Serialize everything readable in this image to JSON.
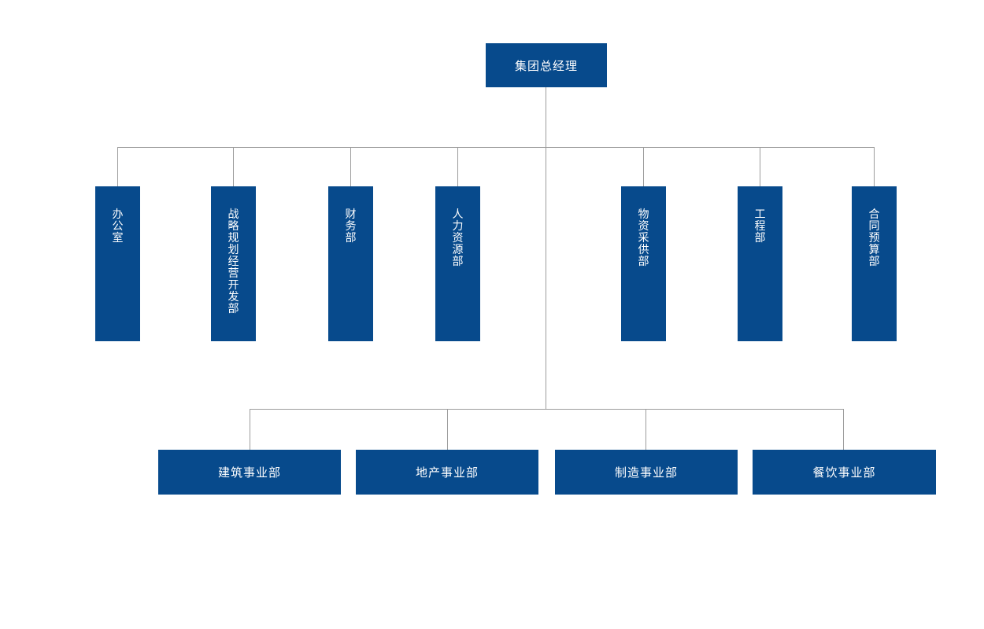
{
  "org": {
    "root": {
      "label": "集团总经理"
    },
    "departments": [
      {
        "label": "办公室"
      },
      {
        "label": "战略规划经营开发部"
      },
      {
        "label": "财务部"
      },
      {
        "label": "人力资源部"
      },
      {
        "label": "物资采供部"
      },
      {
        "label": "工程部"
      },
      {
        "label": "合同预算部"
      }
    ],
    "divisions": [
      {
        "label": "建筑事业部"
      },
      {
        "label": "地产事业部"
      },
      {
        "label": "制造事业部"
      },
      {
        "label": "餐饮事业部"
      }
    ]
  },
  "colors": {
    "box_fill": "#074A8C",
    "box_text": "#FFFFFF",
    "connector": "#9C9C9C",
    "background": "#FFFFFF"
  }
}
